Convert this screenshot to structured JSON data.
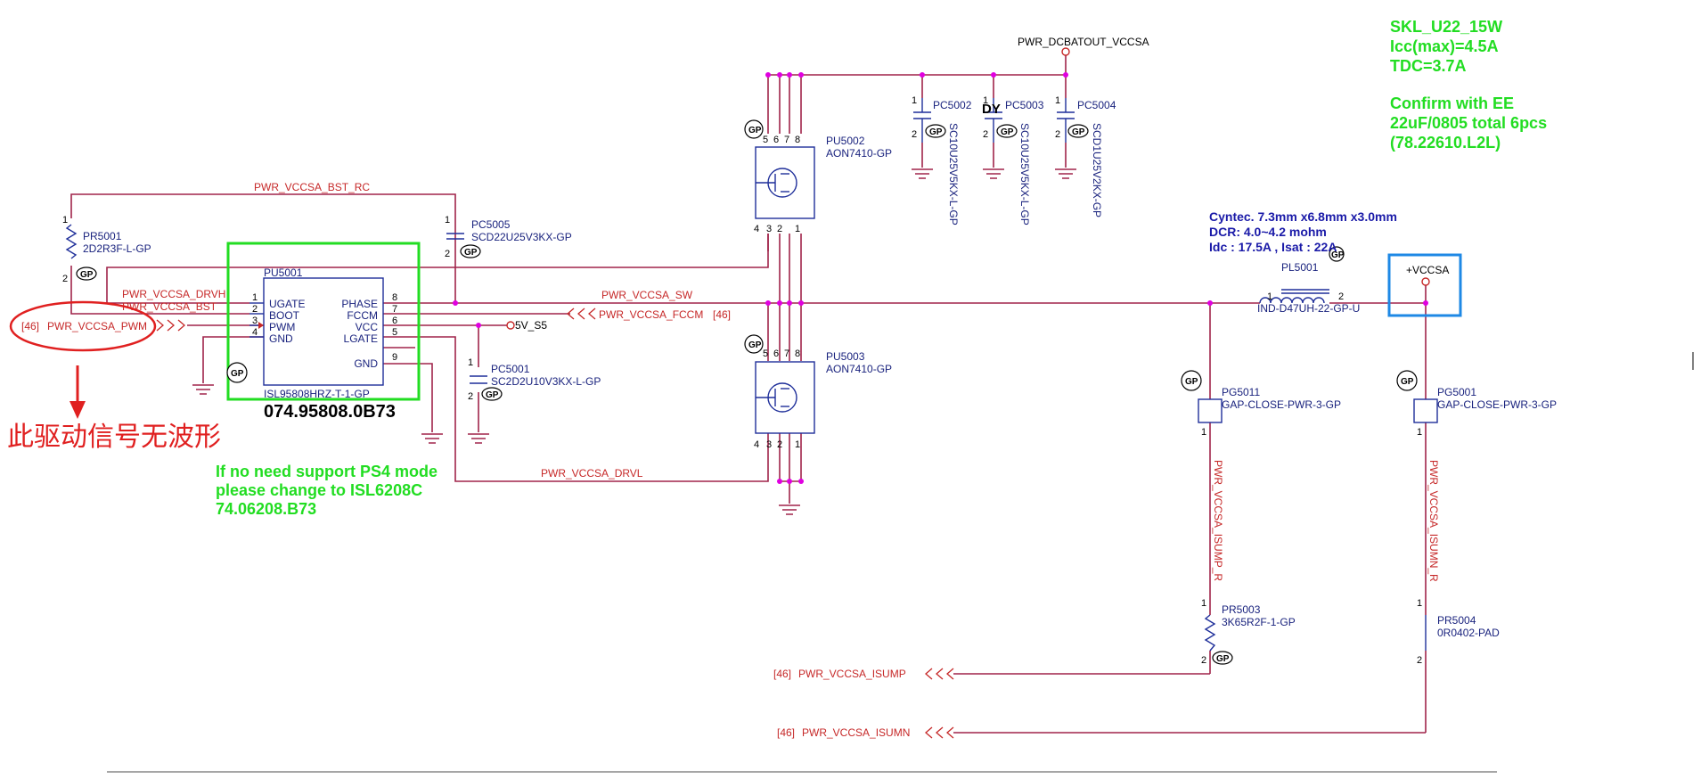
{
  "notes": {
    "skl": "SKL_U22_15W",
    "icc": "Icc(max)=4.5A",
    "tdc": "TDC=3.7A",
    "confirm": "Confirm with EE",
    "caps": "22uF/0805 total 6pcs",
    "caps_pn": "(78.22610.L2L)",
    "cyntec": "Cyntec.  7.3mm x6.8mm x3.0mm",
    "dcr": "DCR: 4.0~4.2 mohm",
    "idc": "Idc : 17.5A , Isat : 22A",
    "ps4_1": "If no need support PS4 mode",
    "ps4_2": "please change to ISL6208C",
    "ps4_3": "74.06208.B73",
    "chinese": "此驱动信号无波形"
  },
  "nets": {
    "dcbatout": "PWR_DCBATOUT_VCCSA",
    "bst_rc": "PWR_VCCSA_BST_RC",
    "drvh": "PWR_VCCSA_DRVH",
    "bst": "PWR_VCCSA_BST",
    "pwm": "PWR_VCCSA_PWM",
    "pwm_ref": "[46]",
    "sw": "PWR_VCCSA_SW",
    "fccm": "PWR_VCCSA_FCCM",
    "fccm_ref": "[46]",
    "v5s5": "5V_S5",
    "drvl": "PWR_VCCSA_DRVL",
    "isump_r": "PWR_VCCSA_ISUMP_R",
    "isumn_r": "PWR_VCCSA_ISUMN_R",
    "isump": "PWR_VCCSA_ISUMP",
    "isump_ref": "[46]",
    "isumn": "PWR_VCCSA_ISUMN",
    "isumn_ref": "[46]",
    "vccsa": "+VCCSA"
  },
  "parts": {
    "pr5001": {
      "ref": "PR5001",
      "val": "2D2R3F-L-GP"
    },
    "pc5005": {
      "ref": "PC5005",
      "val": "SCD22U25V3KX-GP"
    },
    "pu5001": {
      "ref": "PU5001",
      "val": "ISL95808HRZ-T-1-GP",
      "pn": "074.95808.0B73",
      "pins_left": [
        "UGATE",
        "BOOT",
        "PWM",
        "GND"
      ],
      "pins_right": [
        "PHASE",
        "FCCM",
        "VCC",
        "LGATE",
        "GND"
      ]
    },
    "pc5001": {
      "ref": "PC5001",
      "val": "SC2D2U10V3KX-L-GP"
    },
    "pu5002": {
      "ref": "PU5002",
      "val": "AON7410-GP"
    },
    "pu5003": {
      "ref": "PU5003",
      "val": "AON7410-GP"
    },
    "pc5002": {
      "ref": "PC5002",
      "val": "SC10U25V5KX-L-GP"
    },
    "pc5003": {
      "ref": "PC5003",
      "val": "SC10U25V5KX-L-GP",
      "dy": "DY"
    },
    "pc5004": {
      "ref": "PC5004",
      "val": "SCD1U25V2KX-GP"
    },
    "pl5001": {
      "ref": "PL5001",
      "val": "IND-D47UH-22-GP-U"
    },
    "pg5011": {
      "ref": "PG5011",
      "val": "GAP-CLOSE-PWR-3-GP"
    },
    "pg5001": {
      "ref": "PG5001",
      "val": "GAP-CLOSE-PWR-3-GP"
    },
    "pr5003": {
      "ref": "PR5003",
      "val": "3K65R2F-1-GP"
    },
    "pr5004": {
      "ref": "PR5004",
      "val": "0R0402-PAD"
    }
  },
  "gp_label": "GP",
  "colors": {
    "wire": "#a0244a",
    "component": "#1f2f9a",
    "net_label": "#c62828",
    "junction": "#e000e0",
    "note_green": "#22dd22",
    "highlight_red": "#e02020",
    "highlight_blue": "#1e88e5"
  }
}
